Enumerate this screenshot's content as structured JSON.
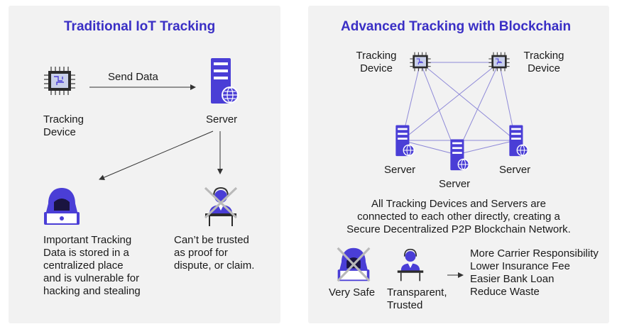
{
  "left": {
    "title": "Traditional IoT Tracking",
    "device_label": "Tracking\nDevice",
    "send_label": "Send Data",
    "server_label": "Server",
    "hacker_text": "Important Tracking\nData is stored in a\ncentralized place\nand is vulnerable for\nhacking and stealing",
    "trust_text": "Can’t be trusted\nas proof for\ndispute, or claim."
  },
  "right": {
    "title": "Advanced Tracking with Blockchain",
    "device_left_label": "Tracking\nDevice",
    "device_right_label": "Tracking\nDevice",
    "server_left_label": "Server",
    "server_mid_label": "Server",
    "server_right_label": "Server",
    "network_text": "All Tracking Devices and Servers are\nconnected to each other directly, creating a\nSecure Decentralized P2P Blockchain Network.",
    "safe_label": "Very Safe",
    "transparent_label": "Transparent,\nTrusted",
    "benefits": [
      "More Carrier Responsibility",
      "Lower Insurance Fee",
      "Easier Bank Loan",
      "Reduce Waste"
    ]
  },
  "colors": {
    "accent": "#3a2fc5",
    "icon": "#4a3ed6",
    "line": "#8f8ad8",
    "panel": "#f2f2f2"
  }
}
